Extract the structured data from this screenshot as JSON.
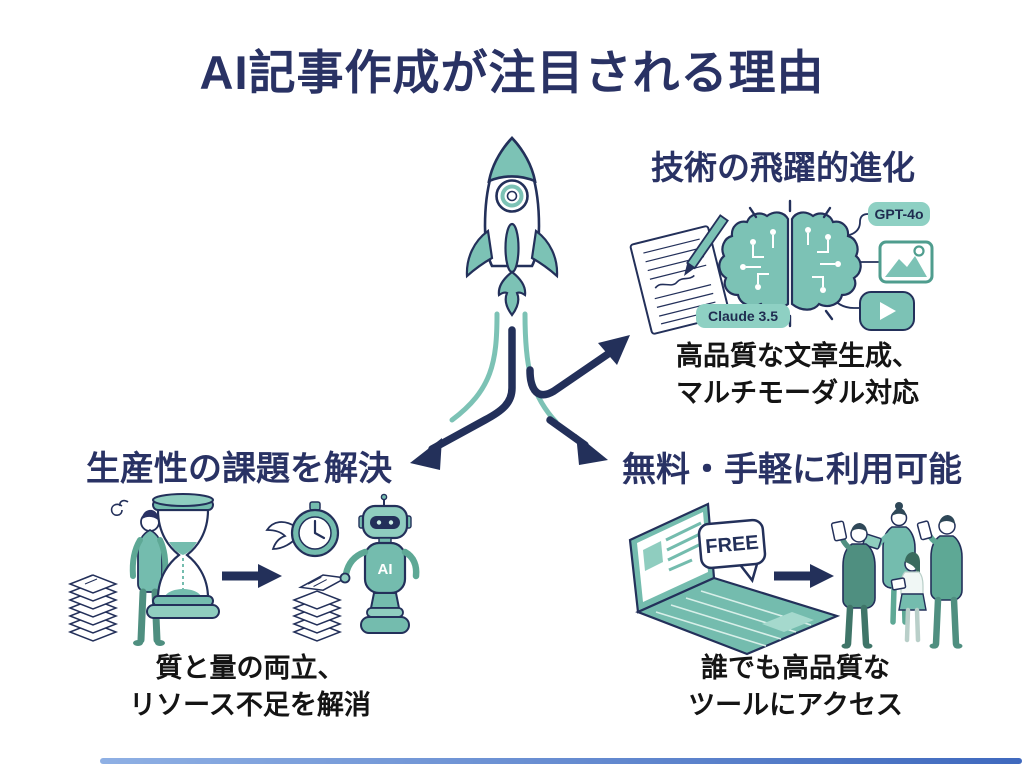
{
  "title": "AI記事作成が注目される理由",
  "colors": {
    "navy": "#293264",
    "outline_navy": "#23305a",
    "teal": "#7cc2b5",
    "teal_dark": "#5ea895",
    "teal_light": "#8ed0c3",
    "caption_black": "#141414",
    "bottom_bar_blue": "#4a77c9",
    "background": "#ffffff"
  },
  "sections": {
    "tech": {
      "heading": "技術の飛躍的進化",
      "caption": [
        "高品質な文章生成、",
        "マルチモーダル対応"
      ],
      "badges": {
        "gpt": "GPT-4o",
        "claude": "Claude 3.5"
      }
    },
    "productivity": {
      "heading": "生産性の課題を解決",
      "caption": [
        "質と量の両立、",
        "リソース不足を解消"
      ],
      "robot_label": "AI"
    },
    "access": {
      "heading": "無料・手軽に利用可能",
      "caption": [
        "誰でも高品質な",
        "ツールにアクセス"
      ],
      "free_label": "FREE"
    }
  }
}
